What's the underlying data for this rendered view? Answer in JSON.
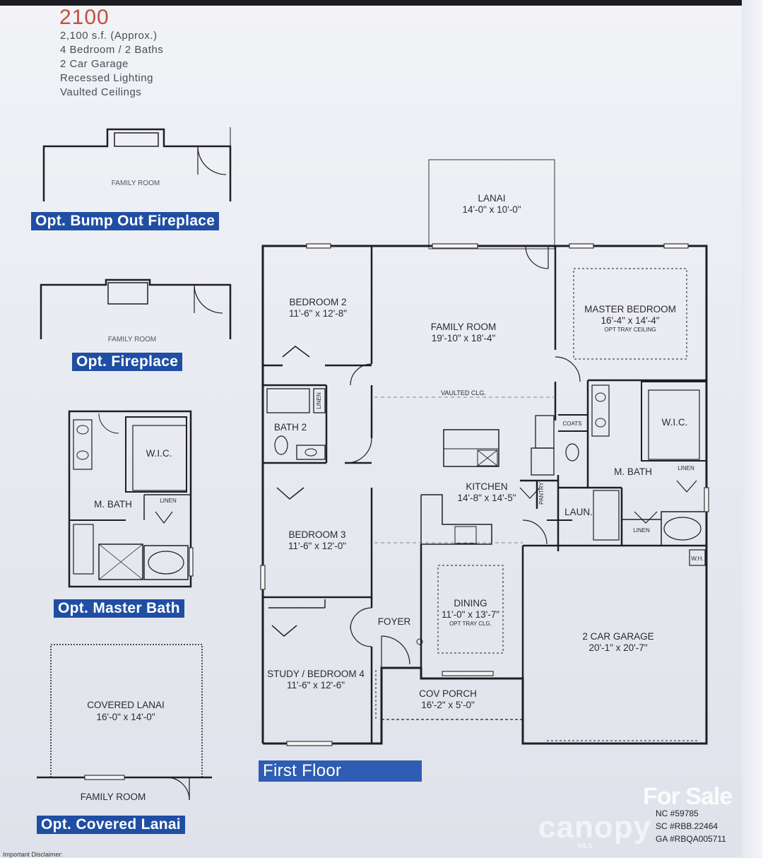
{
  "header": {
    "plan_name": "2100",
    "features": [
      "2,100 s.f. (Approx.)",
      "4 Bedroom / 2 Baths",
      "2 Car Garage",
      "Recessed Lighting",
      "Vaulted Ceilings"
    ]
  },
  "options": {
    "bump_out": {
      "title": "Opt. Bump Out Fireplace",
      "room_label": "FAMILY ROOM"
    },
    "fireplace": {
      "title": "Opt. Fireplace",
      "room_label": "FAMILY ROOM"
    },
    "master_bath": {
      "title": "Opt. Master Bath",
      "wic": "W.I.C.",
      "bath": "M. BATH",
      "linen": "LINEN"
    },
    "covered_lanai": {
      "title": "Opt. Covered Lanai",
      "name": "COVERED LANAI",
      "dims": "16'-0\" x 14'-0\"",
      "family_room": "FAMILY ROOM"
    }
  },
  "first_floor": {
    "title": "First Floor",
    "rooms": {
      "lanai": {
        "name": "LANAI",
        "dims": "14'-0\" x 10'-0\""
      },
      "bedroom2": {
        "name": "BEDROOM 2",
        "dims": "11'-6\" x 12'-8\""
      },
      "family_room": {
        "name": "FAMILY ROOM",
        "dims": "19'-10\" x 18'-4\""
      },
      "vaulted": "VAULTED CLG.",
      "master_bedroom": {
        "name": "MASTER BEDROOM",
        "dims": "16'-4\" x 14'-4\"",
        "note": "OPT TRAY CEILING"
      },
      "bath2": "BATH 2",
      "linen_bath2": "LINEN",
      "kitchen": {
        "name": "KITCHEN",
        "dims": "14'-8\" x 14'-5\""
      },
      "pantry": "PANTRY",
      "coats": "COATS",
      "wic": "W.I.C.",
      "m_bath": "M. BATH",
      "linen_mbath": "LINEN",
      "laundry": "LAUN.",
      "linen_laundry": "LINEN",
      "wh": "W.H.",
      "bedroom3": {
        "name": "BEDROOM 3",
        "dims": "11'-6\" x 12'-0\""
      },
      "dining": {
        "name": "DINING",
        "dims": "11'-0\" x 13'-7\"",
        "note": "OPT TRAY CLG."
      },
      "foyer": "FOYER",
      "garage": {
        "name": "2 CAR GARAGE",
        "dims": "20'-1\" x 20'-7\""
      },
      "study": {
        "name": "STUDY / BEDROOM 4",
        "dims": "11'-6\" x 12'-6\""
      },
      "porch": {
        "name": "COV PORCH",
        "dims": "16'-2\" x 5'-0\""
      }
    }
  },
  "license": [
    "NC #59785",
    "SC #RBB.22464",
    "GA #RBQA005711"
  ],
  "watermark": {
    "for_sale": "For Sale",
    "brand": "canopy",
    "mls": "MLS"
  },
  "disclaimer": "Important Disclaimer:",
  "colors": {
    "banner": "#1f4ea3",
    "plan_name": "#c0503a",
    "wall": "#1e1e24"
  }
}
